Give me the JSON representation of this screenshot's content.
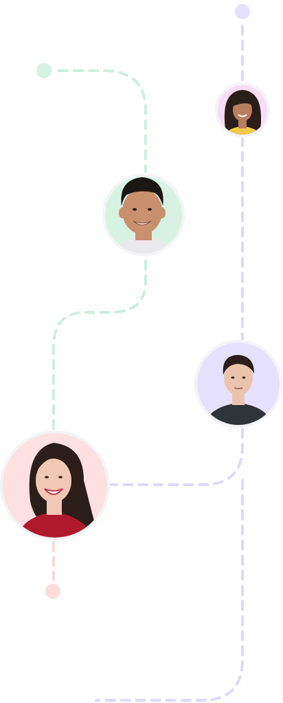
{
  "colors": {
    "green_line": "#cdeedd",
    "green_dot": "#d6f1e2",
    "green_bg": "#d7f2e3",
    "purple_line": "#ddd8fb",
    "purple_dot": "#e5e0fd",
    "purple_bg": "#e6e1ff",
    "pink_line": "#fbd9d9",
    "pink_dot": "#fddcdc",
    "pink_bg": "#fde0e0",
    "magenta_bg": "#f7dcf6",
    "skin_warm": "#b98060",
    "skin_mid": "#c9906d",
    "skin_light": "#f1c8b4",
    "skin_fair": "#ebc4ae",
    "hair_dark": "#1c1714",
    "hair_brown": "#2b1d17",
    "shirt_dark": "#2f3438",
    "shirt_red": "#b0182e",
    "shirt_gray": "#e9e9ec",
    "shirt_yellow": "#f2c94c"
  },
  "avatars": [
    {
      "name": "woman-yellow",
      "icon": "person-avatar-icon"
    },
    {
      "name": "man-smiling",
      "icon": "person-avatar-icon"
    },
    {
      "name": "man-dark-shirt",
      "icon": "person-avatar-icon"
    },
    {
      "name": "woman-red-top",
      "icon": "person-avatar-icon"
    }
  ]
}
